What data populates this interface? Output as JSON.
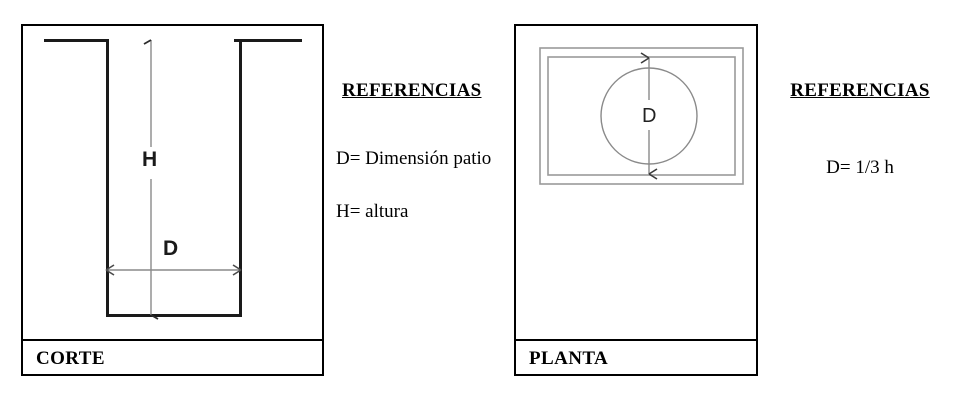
{
  "figure": {
    "title": "Patio / courtyard dimension reference diagram",
    "background_color": "#ffffff",
    "line_color": "#1a1a1a",
    "dimension_line_color": "#8a8a8a"
  },
  "panels": [
    {
      "id": "corte",
      "caption": "CORTE",
      "dimension_labels": {
        "height": "H",
        "width": "D"
      }
    },
    {
      "id": "planta",
      "caption": "PLANTA",
      "dimension_labels": {
        "diameter": "D"
      }
    }
  ],
  "references": [
    {
      "id": "references-corte",
      "title": "REFERENCIAS",
      "items": [
        "D= Dimensión patio",
        "H= altura"
      ]
    },
    {
      "id": "references-planta",
      "title": "REFERENCIAS",
      "items": [
        "D= 1/3 h"
      ]
    }
  ]
}
